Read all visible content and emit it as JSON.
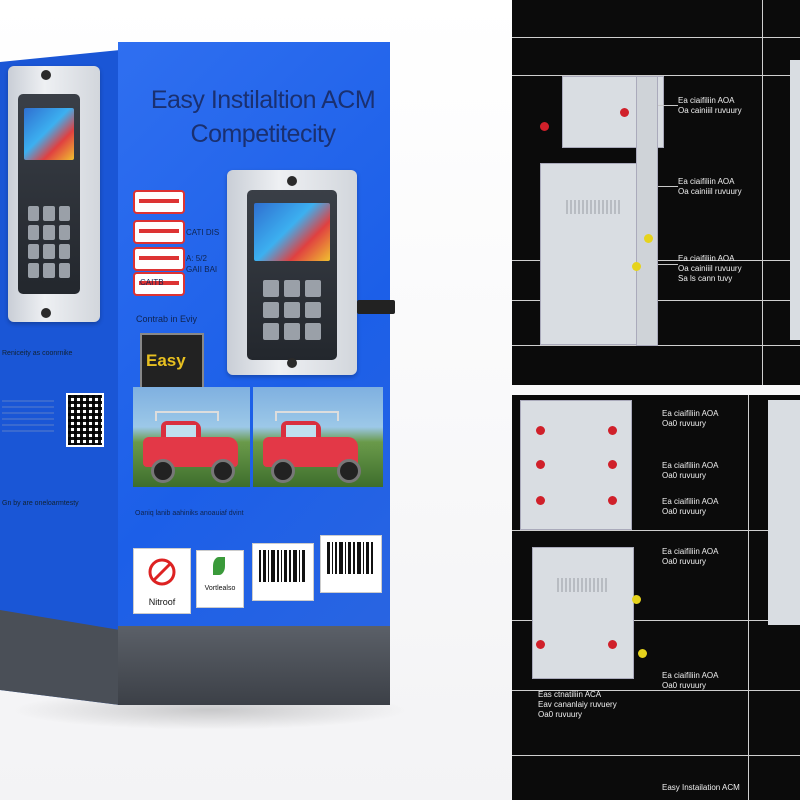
{
  "box": {
    "headline_line1": "Easy Instilaltion ACM",
    "headline_line2": "Competitecity",
    "pill_label": "CATI DIS",
    "pill_note": "A: 5/2",
    "pill_note2": "GAII BAI",
    "pill_note3": "CAITB",
    "caption_mid": "Contrab in Eviy",
    "easy_label": "Easy",
    "side_text_1": "Reniceity as coonrnike",
    "side_text_2": "Gn by are oneloarmtesty",
    "photo_caption": "Oaniq lanib aahiniks anoauiaf dvint",
    "badge_1_text": "Nitroof",
    "badge_2_text": "Vortlealso"
  },
  "panels": {
    "top": {
      "callout_1": [
        "Ea ciaifiliin AOA",
        "Oa cainiiil ruvuury"
      ],
      "callout_2": [
        "Ea ciaifiliin AOA",
        "Oa cainiiil ruvuury"
      ],
      "callout_3": [
        "Ea ciaifiliin AOA",
        "Oa cainiiil ruvuury",
        "Sa ls cann tuvy"
      ]
    },
    "bottom": {
      "callout_1": [
        "Ea ciaifiliin AOA",
        "Oa0 ruvuury"
      ],
      "callout_2": [
        "Ea ciaifiliin AOA",
        "Oa0 ruvuury"
      ],
      "callout_3": [
        "Ea ciaifiliin AOA",
        "Oa0 ruvuury"
      ],
      "callout_4": [
        "Ea ciaifiliin AOA",
        "Oa0 ruvuury"
      ],
      "callout_5": [
        "Ea ciaifiliin AOA",
        "Oa0 ruvuury"
      ],
      "callout_6": [
        "Eas ctnatiliin ACA",
        "Eav cananlaiy ruvuery",
        "Oa0 ruvuury"
      ],
      "footer": "Easy Instailation ACM"
    }
  },
  "colors": {
    "box_blue": "#1c5fe8",
    "box_blue_light": "#3a7cf4",
    "panel_bg": "#0b0b0b",
    "accent_red": "#d0202a",
    "accent_yellow": "#e6d31c"
  }
}
